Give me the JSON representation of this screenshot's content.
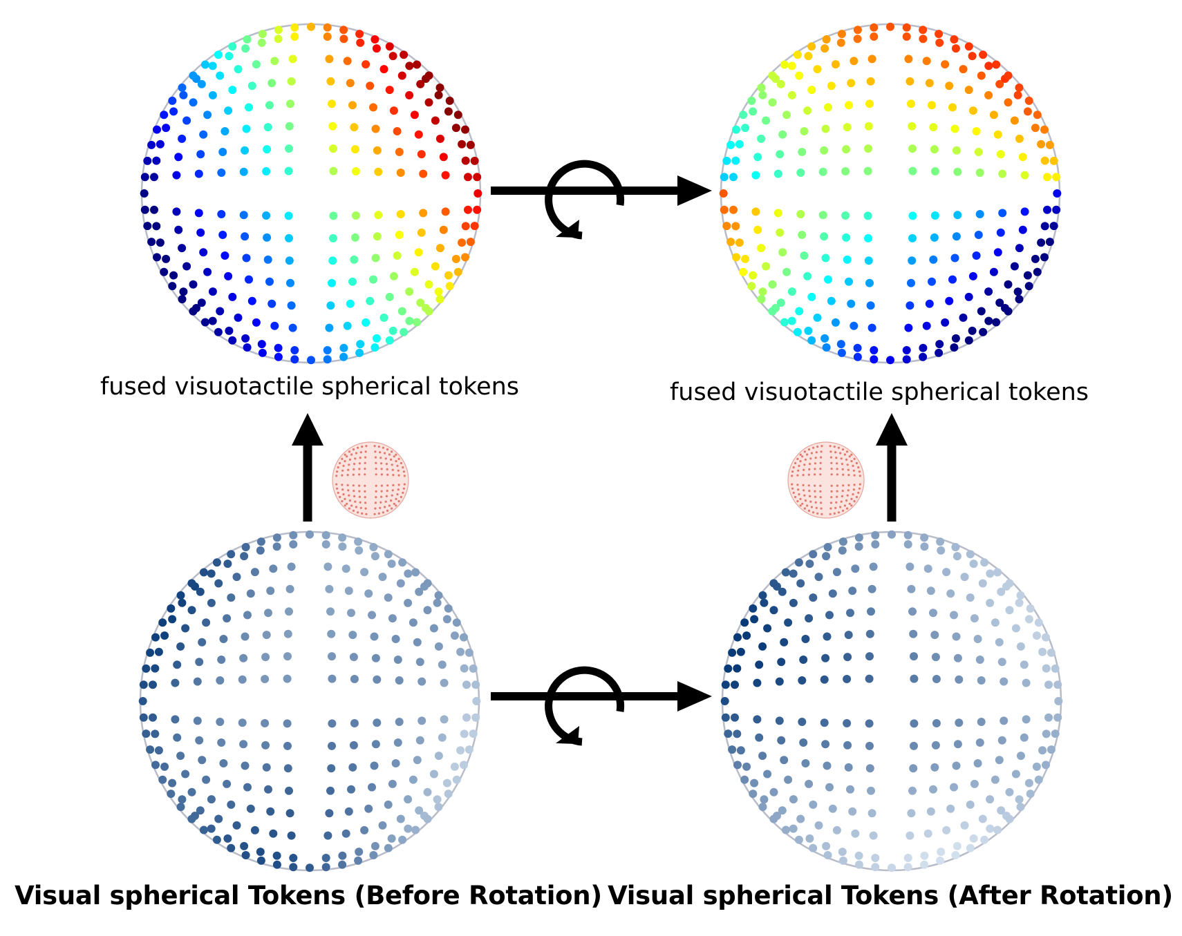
{
  "labels": {
    "fused_top_left": "fused visuotactile spherical tokens",
    "fused_top_right": "fused visuotactile spherical tokens",
    "visual_before": "Visual spherical Tokens (Before Rotation)",
    "visual_after": "Visual spherical Tokens (After Rotation)"
  },
  "colors": {
    "arrow": "#000000",
    "sphere_outline": "#b8bcc8",
    "tactile_dots": "#e07a6e",
    "fused_colormap": "jet",
    "visual_colormap": "blues"
  },
  "icons": {
    "rotation": "rotation-arrow-icon",
    "tactile": "tactile-sphere-icon"
  }
}
